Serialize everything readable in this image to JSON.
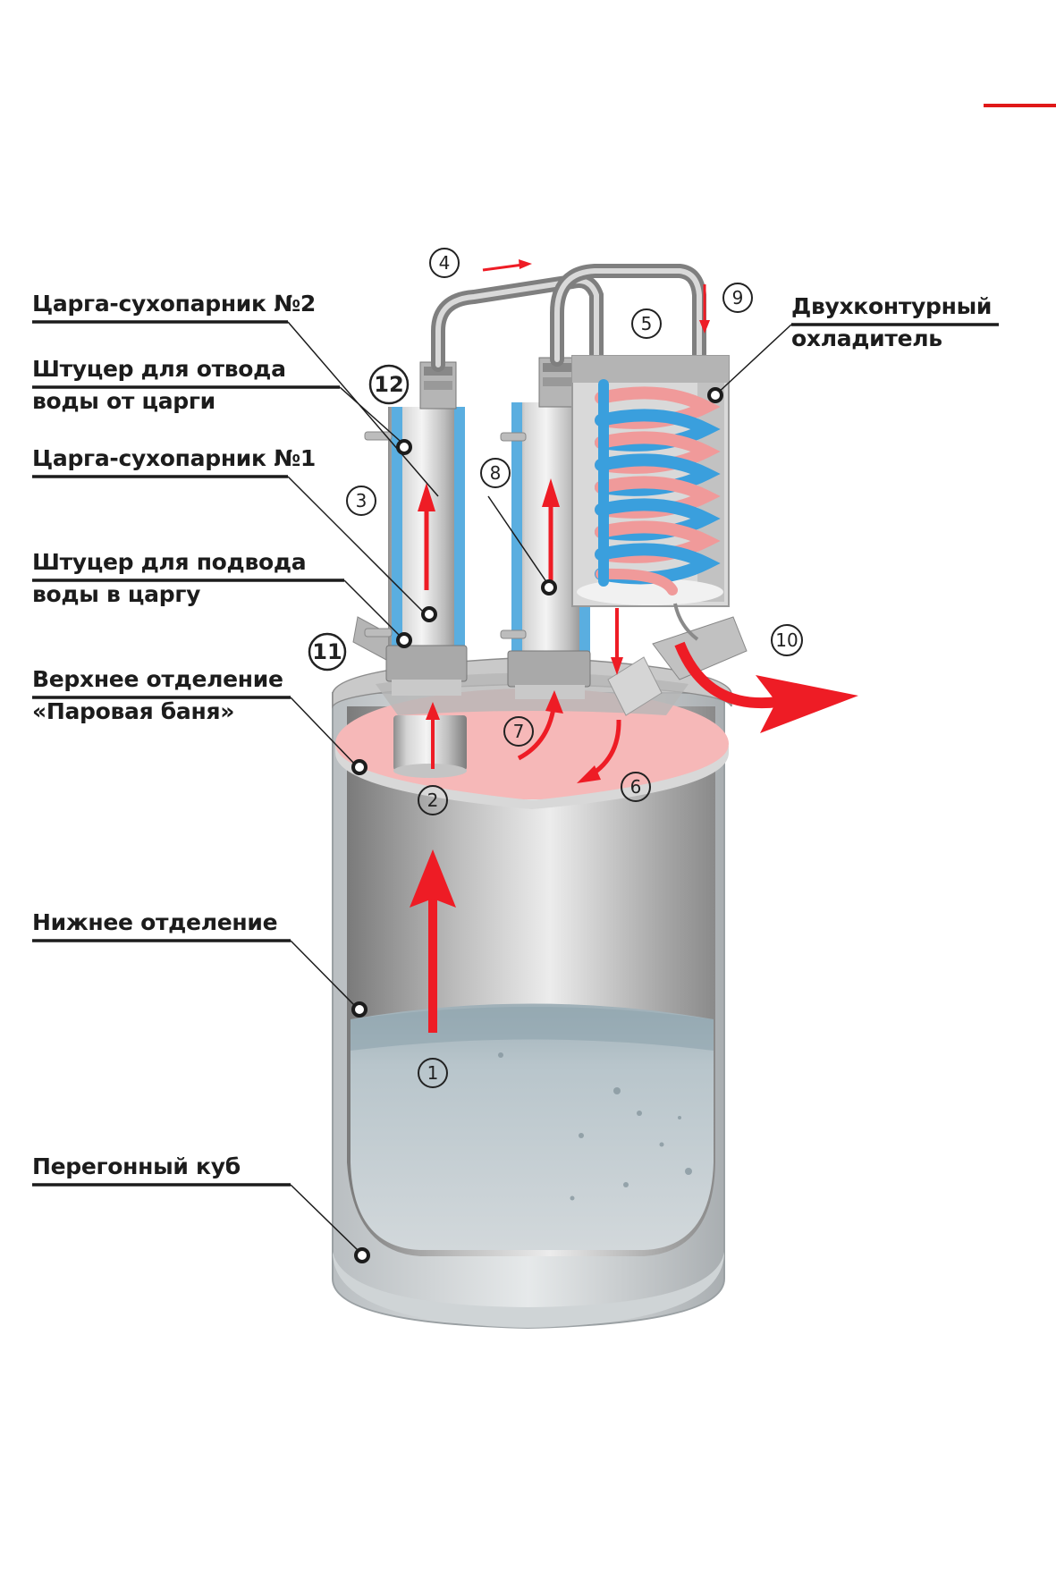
{
  "diagram": {
    "title": "Схема дистиллятора с двумя царгами-сухопарниками и паровой баней",
    "colors": {
      "flow_arrow": "#ee1c25",
      "water_jacket": "#5aaee0",
      "hot_coil": "#f09a9a",
      "cold_coil": "#3a9fdd",
      "steam_bath": "#f6b8b8",
      "steel": "#c8c8c8",
      "mash": "#b8c4ca",
      "accent_line": "#e01818"
    },
    "labels": {
      "dryer2": "Царга-сухопарник №2",
      "outlet_fitting_l1": "Штуцер для отвода",
      "outlet_fitting_l2": "воды от царги",
      "dryer1": "Царга-сухопарник №1",
      "inlet_fitting_l1": "Штуцер для подвода",
      "inlet_fitting_l2": "воды в царгу",
      "upper_l1": "Верхнее отделение",
      "upper_l2": "«Паровая баня»",
      "lower": "Нижнее отделение",
      "still": "Перегонный куб",
      "cooler_l1": "Двухконтурный",
      "cooler_l2": "охладитель"
    },
    "markers": [
      "1",
      "2",
      "3",
      "4",
      "5",
      "6",
      "7",
      "8",
      "9",
      "10",
      "11",
      "12"
    ]
  }
}
